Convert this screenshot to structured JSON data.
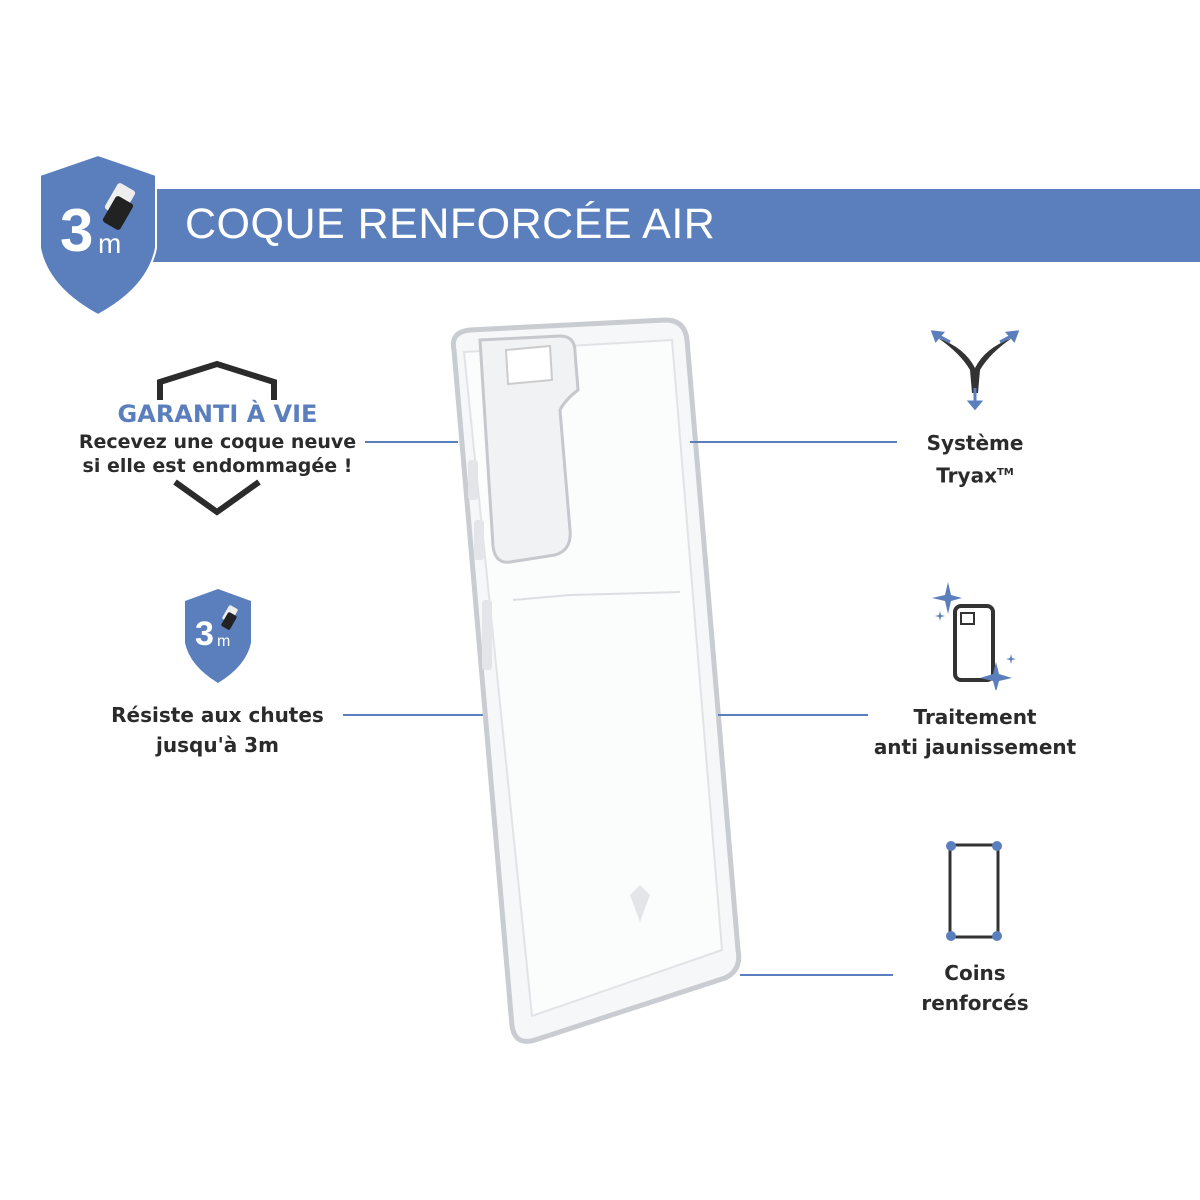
{
  "header": {
    "title": "COQUE RENFORCÉE AIR",
    "badge_number": "3",
    "badge_unit": "m"
  },
  "features": {
    "warranty": {
      "title": "GARANTI À VIE",
      "line1": "Recevez une coque neuve",
      "line2": "si elle est endommagée !"
    },
    "drop": {
      "badge_number": "3",
      "badge_unit": "m",
      "line1": "Résiste aux chutes",
      "line2": "jusqu'à 3m"
    },
    "tryax": {
      "line1": "Système",
      "line2": "Tryax",
      "tm": "TM"
    },
    "anti_yellow": {
      "line1": "Traitement",
      "line2": "anti jaunissement"
    },
    "corners": {
      "line1": "Coins",
      "line2": "renforcés"
    }
  },
  "colors": {
    "accent": "#5b7fbd",
    "text": "#2b2b2b"
  }
}
